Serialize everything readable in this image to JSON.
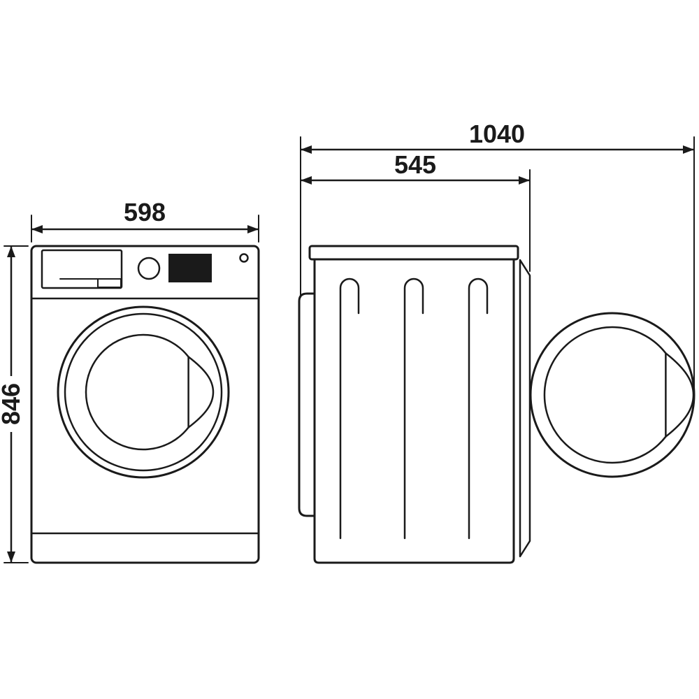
{
  "diagram": {
    "dimensions": {
      "width": "598",
      "height": "846",
      "depth_with_door_open": "1040",
      "depth": "545"
    },
    "colors": {
      "line": "#1a1a1a",
      "background": "#ffffff",
      "display_fill": "#1a1a1a"
    }
  }
}
